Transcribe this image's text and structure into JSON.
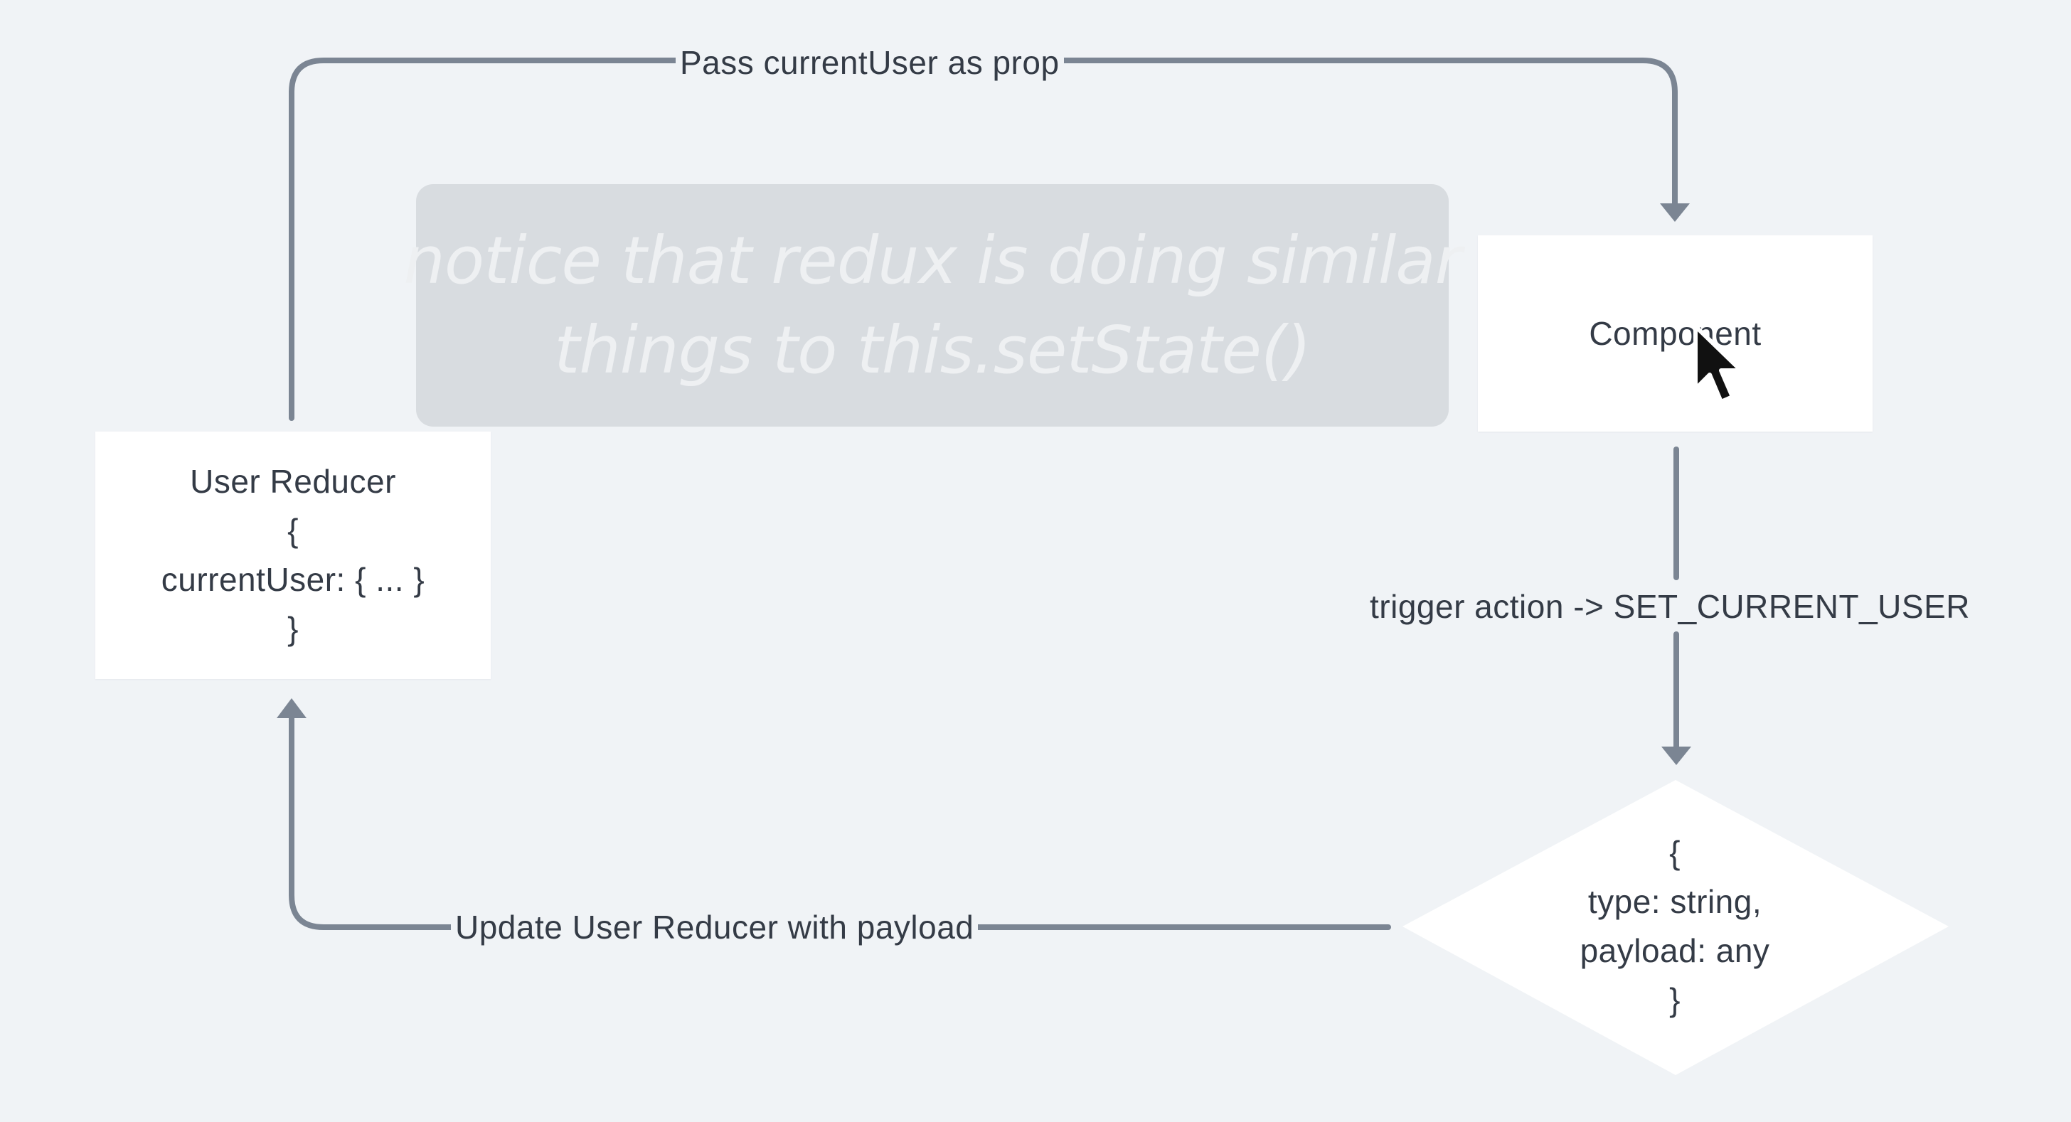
{
  "diagram": {
    "overlay_note": {
      "lines": [
        "notice that redux is doing similar",
        "things to this.setState()"
      ]
    },
    "nodes": {
      "user_reducer": {
        "lines": [
          "User Reducer",
          "{",
          "currentUser: { ... }",
          "}"
        ]
      },
      "component": {
        "label": "Component"
      },
      "action": {
        "lines": [
          "{",
          "type: string,",
          "payload: any",
          "}"
        ]
      }
    },
    "edges": {
      "pass_prop": {
        "label": "Pass currentUser as prop"
      },
      "trigger_action": {
        "label": "trigger action -> SET_CURRENT_USER"
      },
      "update_reducer": {
        "label": "Update User Reducer with payload"
      }
    }
  },
  "colors": {
    "background": "#f0f3f6",
    "connector": "#7b8593",
    "node_fill": "#ffffff",
    "text": "#343b46",
    "overlay_fill": "#c9cdd2",
    "overlay_text": "#eef0f2"
  },
  "icons": {
    "cursor": "mouse-pointer-icon"
  }
}
